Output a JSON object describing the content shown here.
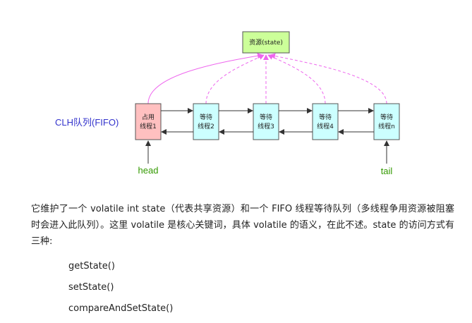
{
  "diagram": {
    "resource_label": "资源(state)",
    "queue_label": "CLH队列(FIFO)",
    "head_label": "head",
    "tail_label": "tail",
    "nodes": [
      {
        "line1": "占用",
        "line2": "线程1",
        "role": "owner"
      },
      {
        "line1": "等待",
        "line2": "线程2",
        "role": "waiting"
      },
      {
        "line1": "等待",
        "line2": "线程3",
        "role": "waiting"
      },
      {
        "line1": "等待",
        "line2": "线程4",
        "role": "waiting"
      },
      {
        "line1": "等待",
        "line2": "线程n",
        "role": "waiting"
      }
    ],
    "colors": {
      "resource_fill": "#ccff99",
      "owner_fill": "#ffc0c0",
      "waiting_fill": "#ccffff",
      "arc_color": "#ee66ee",
      "queue_label_color": "#3333cc",
      "pointer_label_color": "#339900"
    }
  },
  "text": {
    "paragraph": "它维护了一个 volatile int state（代表共享资源）和一个 FIFO 线程等待队列（多线程争用资源被阻塞时会进入此队列）。这里 volatile 是核心关键词，具体 volatile 的语义，在此不述。state 的访问方式有三种:",
    "methods": [
      "getState()",
      "setState()",
      "compareAndSetState()"
    ]
  }
}
